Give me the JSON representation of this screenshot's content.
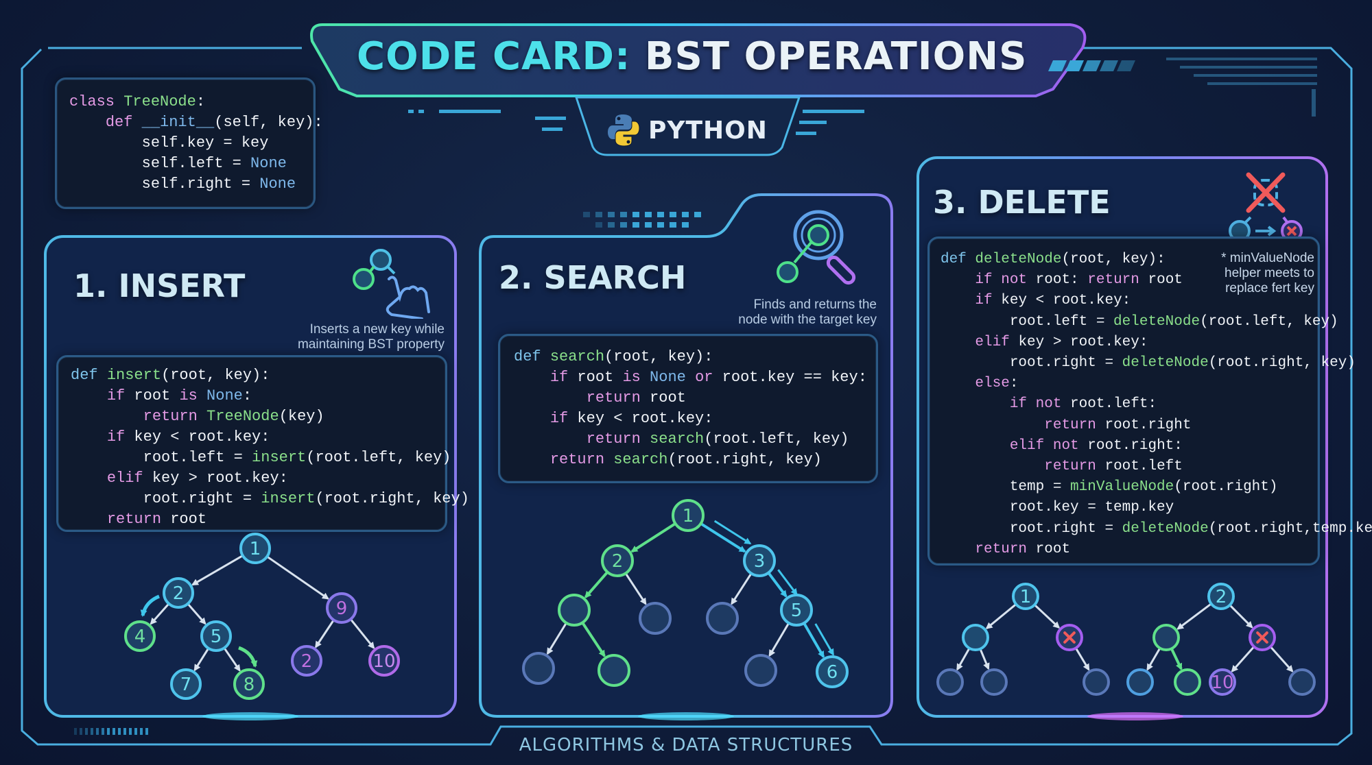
{
  "header": {
    "title_part1": "CODE CARD:",
    "title_part2": "BST OPERATIONS",
    "language": "PYTHON"
  },
  "colors": {
    "background": "#0f1d3a",
    "accent_cyan": "#4de0ea",
    "accent_green": "#5fe08a",
    "accent_purple": "#a36bf0",
    "delete_red": "#f05a5a",
    "node_fill": "#1e3f66"
  },
  "class_block": {
    "lines": [
      [
        [
          "kw",
          "class "
        ],
        [
          "fn",
          "TreeNode"
        ],
        [
          "pl",
          ":"
        ]
      ],
      [
        [
          "pl",
          "    "
        ],
        [
          "kw",
          "def "
        ],
        [
          "bi",
          "__init__"
        ],
        [
          "pl",
          "(self, key):"
        ]
      ],
      [
        [
          "pl",
          "        self.key = key"
        ]
      ],
      [
        [
          "pl",
          "        self.left = "
        ],
        [
          "bi",
          "None"
        ]
      ],
      [
        [
          "pl",
          "        self.right = "
        ],
        [
          "bi",
          "None"
        ]
      ]
    ]
  },
  "sections": [
    {
      "title": "1. INSERT",
      "description_lines": [
        "Inserts a new key while",
        "maintaining BST property"
      ],
      "icon": "hand-pointer-node-icon",
      "code": [
        [
          [
            "df",
            "def "
          ],
          [
            "fn",
            "insert"
          ],
          [
            "pl",
            "(root, key):"
          ]
        ],
        [
          [
            "pl",
            "    "
          ],
          [
            "kw",
            "if"
          ],
          [
            "pl",
            " root "
          ],
          [
            "kw",
            "is"
          ],
          [
            "pl",
            " "
          ],
          [
            "bi",
            "None"
          ],
          [
            "pl",
            ":"
          ]
        ],
        [
          [
            "pl",
            "        "
          ],
          [
            "kw",
            "return"
          ],
          [
            "pl",
            " "
          ],
          [
            "fn",
            "TreeNode"
          ],
          [
            "pl",
            "(key)"
          ]
        ],
        [
          [
            "pl",
            "    "
          ],
          [
            "kw",
            "if"
          ],
          [
            "pl",
            " key < root.key:"
          ]
        ],
        [
          [
            "pl",
            "        root.left = "
          ],
          [
            "fn",
            "insert"
          ],
          [
            "pl",
            "(root.left, key)"
          ]
        ],
        [
          [
            "pl",
            "    "
          ],
          [
            "kw",
            "elif"
          ],
          [
            "pl",
            " key > root.key:"
          ]
        ],
        [
          [
            "pl",
            "        root.right = "
          ],
          [
            "fn",
            "insert"
          ],
          [
            "pl",
            "(root.right, key)"
          ]
        ],
        [
          [
            "pl",
            "    "
          ],
          [
            "kw",
            "return"
          ],
          [
            "pl",
            " root"
          ]
        ]
      ],
      "tree": {
        "nodes": [
          {
            "id": "a",
            "label": "1",
            "style": "cyan"
          },
          {
            "id": "b",
            "label": "2",
            "style": "cyan"
          },
          {
            "id": "c",
            "label": "9",
            "style": "purple"
          },
          {
            "id": "d",
            "label": "4",
            "style": "green"
          },
          {
            "id": "e",
            "label": "5",
            "style": "cyan"
          },
          {
            "id": "f",
            "label": "2",
            "style": "purple"
          },
          {
            "id": "g",
            "label": "10",
            "style": "magenta"
          },
          {
            "id": "h",
            "label": "7",
            "style": "cyan"
          },
          {
            "id": "i",
            "label": "8",
            "style": "green"
          }
        ],
        "edges": [
          [
            "a",
            "b"
          ],
          [
            "a",
            "c"
          ],
          [
            "b",
            "d"
          ],
          [
            "b",
            "e"
          ],
          [
            "c",
            "f"
          ],
          [
            "c",
            "g"
          ],
          [
            "e",
            "h"
          ],
          [
            "e",
            "i"
          ]
        ],
        "highlight_arrows": [
          {
            "to": "d",
            "style": "cyan"
          },
          {
            "to": "i",
            "style": "green"
          }
        ]
      }
    },
    {
      "title": "2. SEARCH",
      "description_lines": [
        "Finds and returns the",
        "node with the target key"
      ],
      "icon": "magnifier-node-icon",
      "code": [
        [
          [
            "df",
            "def "
          ],
          [
            "fn",
            "search"
          ],
          [
            "pl",
            "(root, key):"
          ]
        ],
        [
          [
            "pl",
            "    "
          ],
          [
            "kw",
            "if"
          ],
          [
            "pl",
            " root "
          ],
          [
            "kw",
            "is"
          ],
          [
            "pl",
            " "
          ],
          [
            "bi",
            "None"
          ],
          [
            "pl",
            " "
          ],
          [
            "kw",
            "or"
          ],
          [
            "pl",
            " root.key == key:"
          ]
        ],
        [
          [
            "pl",
            "        "
          ],
          [
            "kw",
            "return"
          ],
          [
            "pl",
            " root"
          ]
        ],
        [
          [
            "pl",
            "    "
          ],
          [
            "kw",
            "if"
          ],
          [
            "pl",
            " key < root.key:"
          ]
        ],
        [
          [
            "pl",
            "        "
          ],
          [
            "kw",
            "return"
          ],
          [
            "pl",
            " "
          ],
          [
            "fn",
            "search"
          ],
          [
            "pl",
            "(root.left, key)"
          ]
        ],
        [
          [
            "pl",
            "    "
          ],
          [
            "kw",
            "return"
          ],
          [
            "pl",
            " "
          ],
          [
            "fn",
            "search"
          ],
          [
            "pl",
            "(root.right, key)"
          ]
        ]
      ],
      "tree": {
        "nodes": [
          {
            "id": "a",
            "label": "1",
            "style": "green"
          },
          {
            "id": "b",
            "label": "2",
            "style": "green"
          },
          {
            "id": "c",
            "label": "3",
            "style": "cyan"
          },
          {
            "id": "d",
            "label": "",
            "style": "green"
          },
          {
            "id": "e",
            "label": "",
            "style": "dim"
          },
          {
            "id": "f",
            "label": "",
            "style": "dim"
          },
          {
            "id": "g",
            "label": "5",
            "style": "cyan"
          },
          {
            "id": "h",
            "label": "",
            "style": "dim"
          },
          {
            "id": "i",
            "label": "",
            "style": "green"
          },
          {
            "id": "j",
            "label": "",
            "style": "dim"
          },
          {
            "id": "k",
            "label": "6",
            "style": "cyan"
          }
        ],
        "edges": [
          [
            "a",
            "b",
            "green"
          ],
          [
            "a",
            "c",
            "cyan"
          ],
          [
            "b",
            "d",
            "green"
          ],
          [
            "b",
            "e",
            "white"
          ],
          [
            "c",
            "f",
            "white"
          ],
          [
            "c",
            "g",
            "cyan"
          ],
          [
            "d",
            "h",
            "white"
          ],
          [
            "d",
            "i",
            "green"
          ],
          [
            "g",
            "j",
            "white"
          ],
          [
            "g",
            "k",
            "cyan"
          ]
        ],
        "path_arrows": [
          "c",
          "g",
          "k"
        ]
      }
    },
    {
      "title": "3. DELETE",
      "note_lines": [
        "* minValueNode",
        "helper meets to",
        "replace fert key"
      ],
      "icon": "delete-node-icon",
      "code": [
        [
          [
            "df",
            "def "
          ],
          [
            "fn",
            "deleteNode"
          ],
          [
            "pl",
            "(root, key):"
          ]
        ],
        [
          [
            "pl",
            "    "
          ],
          [
            "kw",
            "if not"
          ],
          [
            "pl",
            " root: "
          ],
          [
            "kw",
            "return"
          ],
          [
            "pl",
            " root"
          ]
        ],
        [
          [
            "pl",
            "    "
          ],
          [
            "kw",
            "if"
          ],
          [
            "pl",
            " key < root.key:"
          ]
        ],
        [
          [
            "pl",
            "        root.left = "
          ],
          [
            "fn",
            "deleteNode"
          ],
          [
            "pl",
            "(root.left, key)"
          ]
        ],
        [
          [
            "pl",
            "    "
          ],
          [
            "kw",
            "elif"
          ],
          [
            "pl",
            " key > root.key:"
          ]
        ],
        [
          [
            "pl",
            "        root.right = "
          ],
          [
            "fn",
            "deleteNode"
          ],
          [
            "pl",
            "(root.right, key)"
          ]
        ],
        [
          [
            "pl",
            "    "
          ],
          [
            "kw",
            "else"
          ],
          [
            "pl",
            ":"
          ]
        ],
        [
          [
            "pl",
            "        "
          ],
          [
            "kw",
            "if not"
          ],
          [
            "pl",
            " root.left:"
          ]
        ],
        [
          [
            "pl",
            "            "
          ],
          [
            "kw",
            "return"
          ],
          [
            "pl",
            " root.right"
          ]
        ],
        [
          [
            "pl",
            "        "
          ],
          [
            "kw",
            "elif not"
          ],
          [
            "pl",
            " root.right:"
          ]
        ],
        [
          [
            "pl",
            "            "
          ],
          [
            "kw",
            "return"
          ],
          [
            "pl",
            " root.left"
          ]
        ],
        [
          [
            "pl",
            "        temp = "
          ],
          [
            "fn",
            "minValueNode"
          ],
          [
            "pl",
            "(root.right)"
          ]
        ],
        [
          [
            "pl",
            "        root.key = temp.key"
          ]
        ],
        [
          [
            "pl",
            "        root.right = "
          ],
          [
            "fn",
            "deleteNode"
          ],
          [
            "pl",
            "(root.right,temp.key)"
          ]
        ],
        [
          [
            "pl",
            "    "
          ],
          [
            "kw",
            "return"
          ],
          [
            "pl",
            " root"
          ]
        ]
      ],
      "trees": [
        {
          "nodes": [
            {
              "id": "a",
              "label": "1",
              "style": "cyan"
            },
            {
              "id": "b",
              "label": "",
              "style": "cyan"
            },
            {
              "id": "c",
              "label": "x",
              "style": "delete"
            },
            {
              "id": "d",
              "label": "",
              "style": "dim"
            },
            {
              "id": "e",
              "label": "",
              "style": "dim"
            },
            {
              "id": "f",
              "label": "",
              "style": "dim"
            }
          ],
          "edges": [
            [
              "a",
              "b",
              "white"
            ],
            [
              "a",
              "c",
              "white"
            ],
            [
              "b",
              "d",
              "white"
            ],
            [
              "b",
              "e",
              "white"
            ],
            [
              "c",
              "f",
              "white"
            ]
          ]
        },
        {
          "nodes": [
            {
              "id": "a",
              "label": "2",
              "style": "cyan"
            },
            {
              "id": "b",
              "label": "",
              "style": "green"
            },
            {
              "id": "c",
              "label": "x",
              "style": "delete"
            },
            {
              "id": "d",
              "label": "",
              "style": "cyanDim"
            },
            {
              "id": "e",
              "label": "",
              "style": "green"
            },
            {
              "id": "f",
              "label": "10",
              "style": "purple"
            },
            {
              "id": "g",
              "label": "",
              "style": "dim"
            }
          ],
          "edges": [
            [
              "a",
              "b",
              "white"
            ],
            [
              "a",
              "c",
              "white"
            ],
            [
              "b",
              "d",
              "white"
            ],
            [
              "b",
              "e",
              "green"
            ],
            [
              "c",
              "f",
              "white"
            ],
            [
              "c",
              "g",
              "white"
            ]
          ]
        }
      ]
    }
  ],
  "footer": {
    "label": "ALGORITHMS & DATA STRUCTURES"
  }
}
